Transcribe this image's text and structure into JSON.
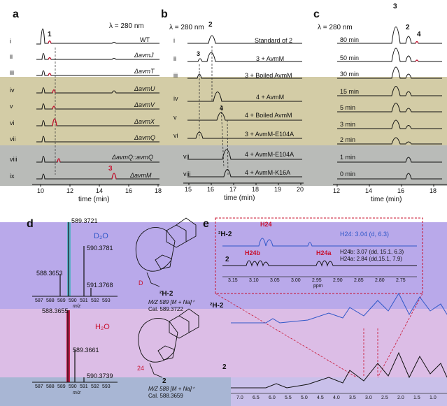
{
  "panel_a": {
    "letter": "a",
    "wavelength": "λ = 280 nm",
    "rows": [
      {
        "num": "i",
        "label": "WT"
      },
      {
        "num": "ii",
        "label": "ΔavmJ"
      },
      {
        "num": "iii",
        "label": "ΔavmT"
      },
      {
        "num": "iv",
        "label": "ΔavmU"
      },
      {
        "num": "v",
        "label": "ΔavmV"
      },
      {
        "num": "vi",
        "label": "ΔavmX"
      },
      {
        "num": "vii",
        "label": "ΔavmQ"
      },
      {
        "num": "viii",
        "label": "ΔavmQ::avmQ"
      },
      {
        "num": "ix",
        "label": "ΔavmM"
      }
    ],
    "peak_labels": [
      "1",
      "3"
    ],
    "x_ticks": [
      "10",
      "12",
      "14",
      "16",
      "18"
    ],
    "x_title": "time (min)"
  },
  "panel_b": {
    "letter": "b",
    "wavelength": "λ = 280 nm",
    "rows": [
      {
        "num": "i",
        "label": "Standard of 2"
      },
      {
        "num": "ii",
        "label": "3 + AvmM"
      },
      {
        "num": "iii",
        "label": "3 + Boiled AvmM"
      },
      {
        "num": "iv",
        "label": "4 + AvmM"
      },
      {
        "num": "v",
        "label": "4 + Boiled AvmM"
      },
      {
        "num": "vi",
        "label": "3 + AvmM-E104A"
      },
      {
        "num": "vii",
        "label": "4 + AvmM-E104A"
      },
      {
        "num": "viii",
        "label": "4 + AvmM-K16A"
      }
    ],
    "peak_labels": [
      "2",
      "3",
      "4"
    ],
    "x_ticks": [
      "15",
      "16",
      "17",
      "18",
      "19",
      "20"
    ],
    "x_title": "time (min)"
  },
  "panel_c": {
    "letter": "c",
    "wavelength": "λ = 280 nm",
    "rows": [
      "80 min",
      "50 min",
      "30 min",
      "15 min",
      "5 min",
      "3 min",
      "2 min",
      "1 min",
      "0 min"
    ],
    "peak_labels": [
      "3",
      "2",
      "4"
    ],
    "x_ticks": [
      "12",
      "14",
      "16",
      "18"
    ],
    "x_title": "time (min)"
  },
  "panel_d": {
    "letter": "d",
    "top": {
      "peaks": [
        "589.3721",
        "590.3781",
        "588.3653",
        "591.3768"
      ],
      "solvent": "D₂O",
      "compound": "²H-2",
      "formula_line1": "M/Z 589 [M + Na]⁺",
      "formula_line2": "Cal. 589.3722",
      "x_ticks": [
        "587",
        "588",
        "589",
        "590",
        "591",
        "592",
        "593"
      ],
      "x_title": "m/z",
      "d_label": "D"
    },
    "bottom": {
      "peaks": [
        "588.3655",
        "589.3661",
        "590.3739"
      ],
      "solvent": "H₂O",
      "compound": "2",
      "position": "24",
      "formula_line1": "M/Z 588 [M + Na]⁺",
      "formula_line2": "Cal. 588.3659",
      "x_ticks": [
        "587",
        "588",
        "589",
        "590",
        "591",
        "592",
        "593"
      ],
      "x_title": "m/z"
    }
  },
  "panel_e": {
    "letter": "e",
    "inset_top_label": "²H-2",
    "inset_bottom_label": "2",
    "h24": "H24",
    "h24b": "H24b",
    "h24a": "H24a",
    "note1": "H24: 3.04 (d, 6.3)",
    "note2": "H24b: 3.07 (dd, 15.1, 6.3)",
    "note3": "H24a: 2.84 (dd,15.1, 7.9)",
    "inset_ticks": [
      "3.15",
      "3.10",
      "3.05",
      "3.00",
      "2.95",
      "2.90",
      "2.85",
      "2.80",
      "2.75"
    ],
    "inset_unit": "ppm",
    "full_top_label": "²H-2",
    "full_bottom_label": "2",
    "full_ticks": [
      "7.0",
      "6.5",
      "6.0",
      "5.5",
      "5.0",
      "4.5",
      "4.0",
      "3.5",
      "3.0",
      "2.5",
      "2.0",
      "1.5",
      "1.0"
    ]
  },
  "colors": {
    "red_peak": "#c8102e",
    "blue_text": "#2f57c8",
    "violet_bg": "#b7a6e8",
    "pink_bg": "#dcb8e6",
    "tan_bg": "#cfc8a4",
    "slate_bg": "#a9b2c8"
  }
}
